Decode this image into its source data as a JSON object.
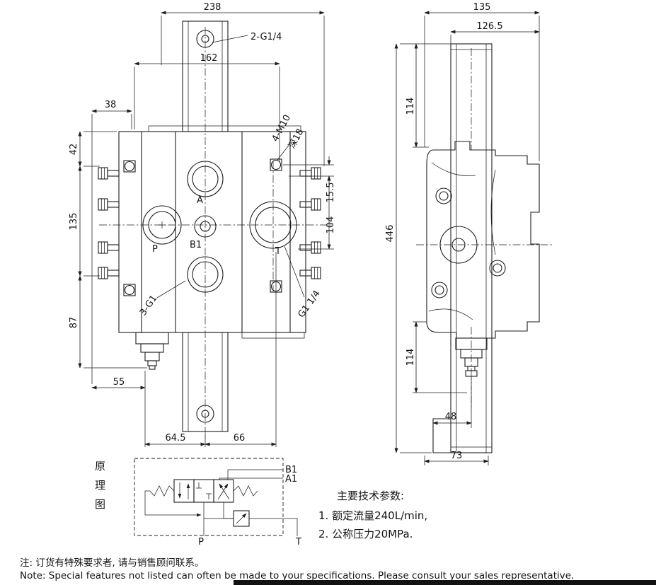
{
  "front_view": {
    "dims": {
      "w238": "238",
      "w162": "162",
      "w38": "38",
      "h42": "42",
      "h135": "135",
      "h87": "87",
      "w55": "55",
      "w64_5": "64.5",
      "w66": "66",
      "h15_5": "15.5",
      "h104": "104"
    },
    "labels": {
      "thread_top": "2-G1/4",
      "thread_m10": "4-M10",
      "depth": "深18",
      "port_a": "A",
      "port_b1": "B1",
      "port_p": "P",
      "port_t": "T",
      "thread_3g1": "3-G1",
      "thread_g114": "G1 1/4"
    }
  },
  "side_view": {
    "dims": {
      "w135": "135",
      "w126_5": "126.5",
      "h114_top": "114",
      "h446": "446",
      "h114_bottom": "114",
      "w48": "48",
      "w73": "73"
    }
  },
  "schematic": {
    "title": [
      "原",
      "理",
      "图"
    ],
    "port_b1": "B1",
    "port_a1": "A1",
    "port_p": "P",
    "port_t": "T"
  },
  "specs": {
    "title": "主要技术参数:",
    "items": [
      "1. 额定流量240L/min,",
      "2. 公称压力20MPa."
    ]
  },
  "notes": {
    "cn": "注: 订货有特殊要求者, 请与销售顾问联系。",
    "en": "Note: Special features not listed can often be made to your specifications. Please consult your sales representative."
  }
}
